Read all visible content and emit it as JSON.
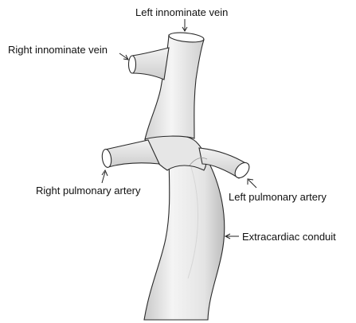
{
  "labels": {
    "left_innominate_vein": "Left innominate vein",
    "right_innominate_vein": "Right innominate vein",
    "right_pulmonary_artery": "Right pulmonary artery",
    "left_pulmonary_artery": "Left pulmonary artery",
    "extracardiac_conduit": "Extracardiac conduit"
  },
  "colors": {
    "vessel_fill": "#ececec",
    "vessel_outline": "#2a2a2a",
    "arrow": "#222222"
  }
}
